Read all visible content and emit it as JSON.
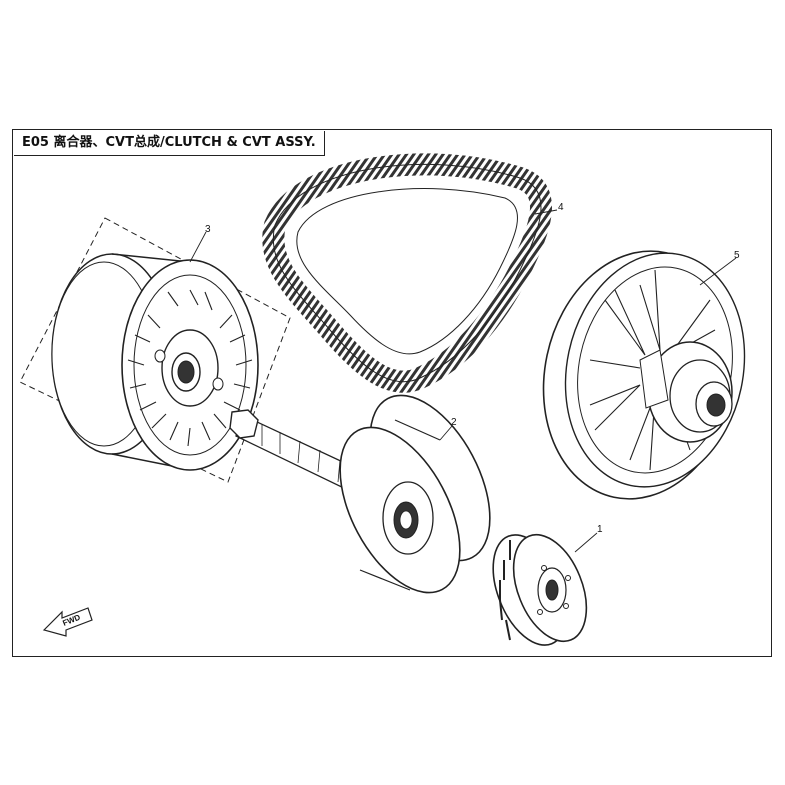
{
  "title": "E05 离合器、CVT总成/CLUTCH & CVT ASSY.",
  "callouts": [
    "1",
    "2",
    "3",
    "4",
    "5"
  ],
  "fwd_label": "FWD",
  "stroke_color": "#222222"
}
